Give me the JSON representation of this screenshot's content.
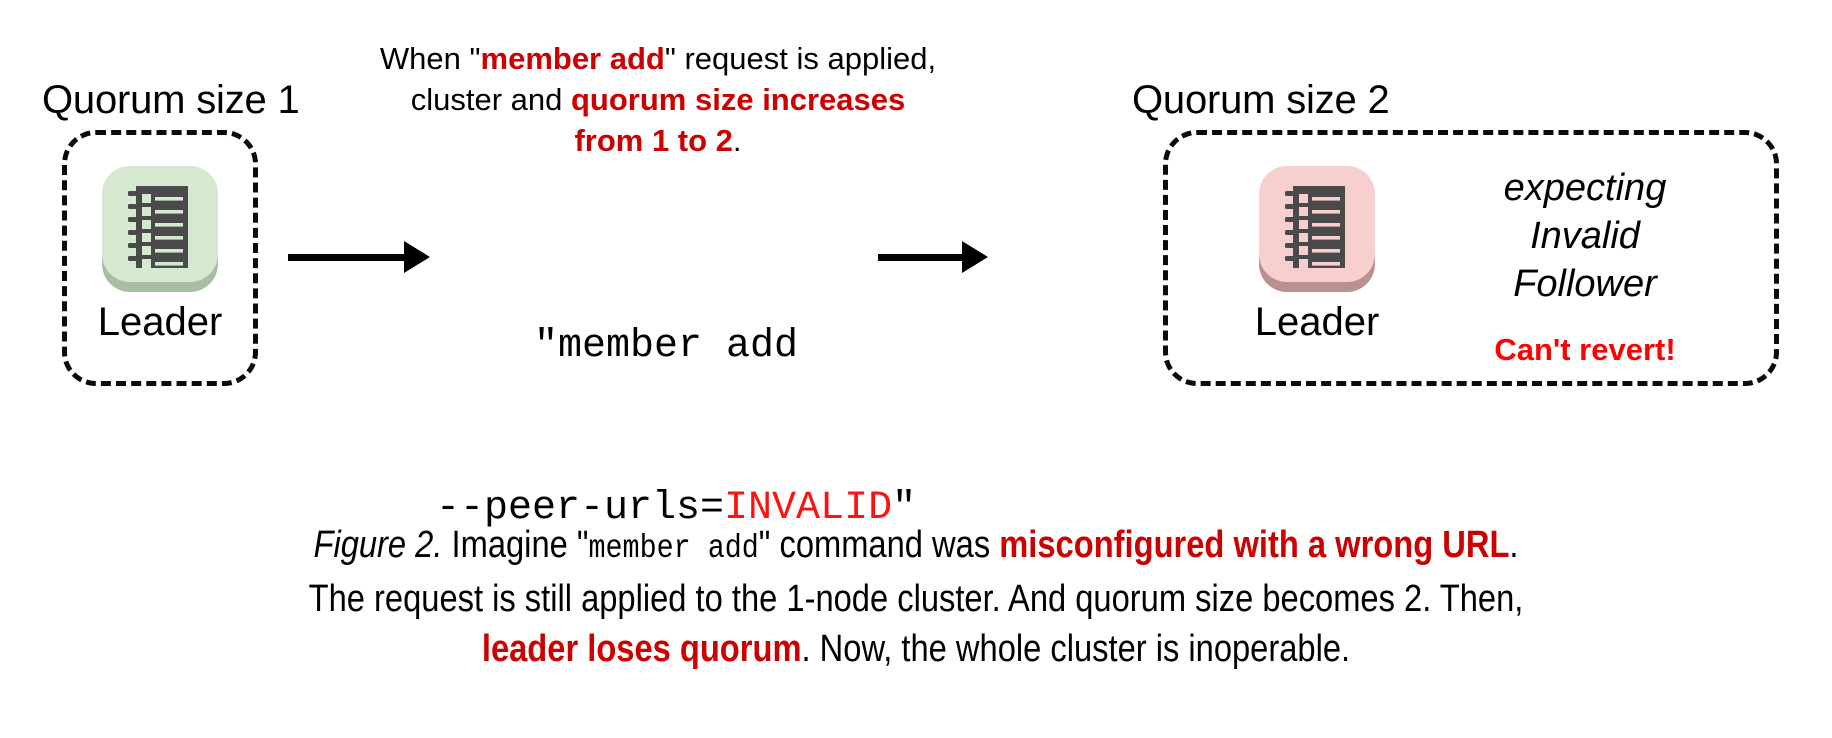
{
  "figure": {
    "left_cluster": {
      "quorum_label": "Quorum size 1",
      "node_label": "Leader",
      "icon_name": "server-rack-icon",
      "icon_plate_color": "#d5e8d0",
      "icon_shadow_color": "#a9bda4",
      "icon_body_color": "#4a4a4a"
    },
    "right_cluster": {
      "quorum_label": "Quorum size 2",
      "node_label": "Leader",
      "icon_name": "server-rack-icon",
      "icon_plate_color": "#f7cfcf",
      "icon_shadow_color": "#bb9090",
      "icon_body_color": "#4a4a4a",
      "expecting_note": "expecting\nInvalid\nFollower",
      "revert_note": "Can't revert!"
    },
    "annotation": {
      "line1_pre": "When \"",
      "line1_strong": "member add",
      "line1_post": "\" request is applied,",
      "line2_pre": "cluster and ",
      "line2_strong": "quorum size increases",
      "line3_strong": "from 1 to 2",
      "line3_post": "."
    },
    "command": {
      "line1": "\"member add",
      "line2_pre": "--peer-urls=",
      "line2_invalid": "INVALID",
      "line2_post": "\""
    },
    "caption": {
      "figure_number": "Figure 2.",
      "l1_a": " Imagine \"",
      "l1_mono": "member add",
      "l1_b": "\" command was ",
      "l1_hl": "misconfigured with a wrong URL",
      "l1_c": ".",
      "l2": "The request is still applied to the 1-node cluster. And quorum size becomes 2. Then,",
      "l3_hl": "leader loses quorum",
      "l3_rest": ". Now, the whole cluster is inoperable."
    },
    "colors": {
      "accent_red": "#cc0000",
      "bright_red": "#ff0000",
      "invalid_red": "#ff1111",
      "text_black": "#000000",
      "background": "#ffffff"
    }
  }
}
